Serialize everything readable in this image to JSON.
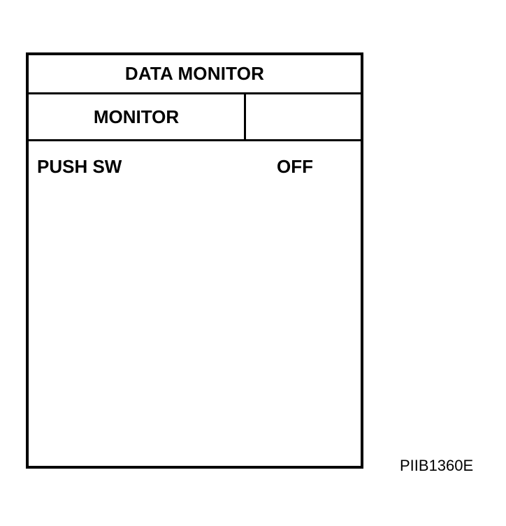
{
  "screen": {
    "title": "DATA MONITOR",
    "mode_label": "MONITOR",
    "mode_aux": ""
  },
  "items": [
    {
      "name": "PUSH SW",
      "value": "OFF"
    }
  ],
  "figure_id": "PIIB1360E"
}
